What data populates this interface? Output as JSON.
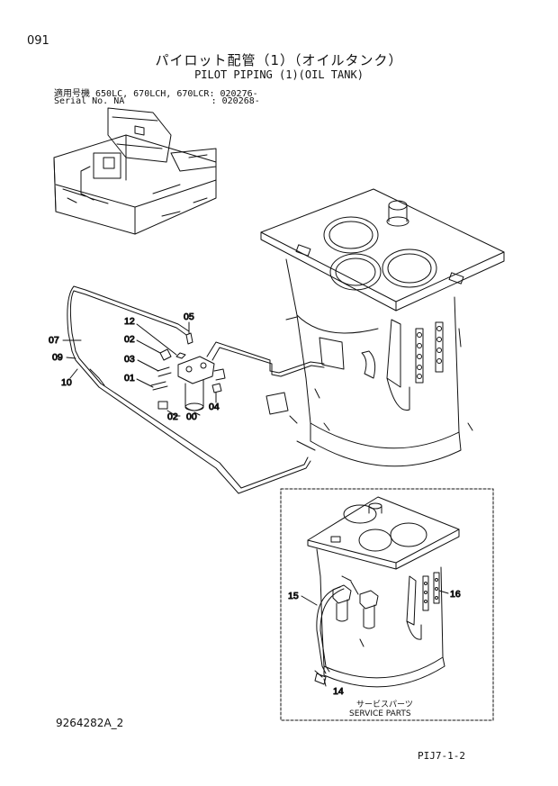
{
  "header": {
    "page_number": "091",
    "title_jp": "パイロット配管（1）（オイルタンク）",
    "title_en": "PILOT PIPING (1)(OIL TANK)",
    "serial_line_1": "適用号機 650LC, 670LCH, 670LCR: 020276-",
    "serial_line_2": "Serial No. NA                : 020268-"
  },
  "callouts": {
    "c05": "05",
    "c12": "12",
    "c02a": "02",
    "c03": "03",
    "c01": "01",
    "c07": "07",
    "c09": "09",
    "c10": "10",
    "c02b": "02",
    "c00": "00",
    "c04": "04",
    "c15": "15",
    "c16": "16",
    "c14": "14"
  },
  "service_parts": {
    "label_jp": "サービスパーツ",
    "label_en": "SERVICE PARTS"
  },
  "footer": {
    "document_number": "9264282A_2",
    "page_ref": "PIJ7-1-2"
  }
}
